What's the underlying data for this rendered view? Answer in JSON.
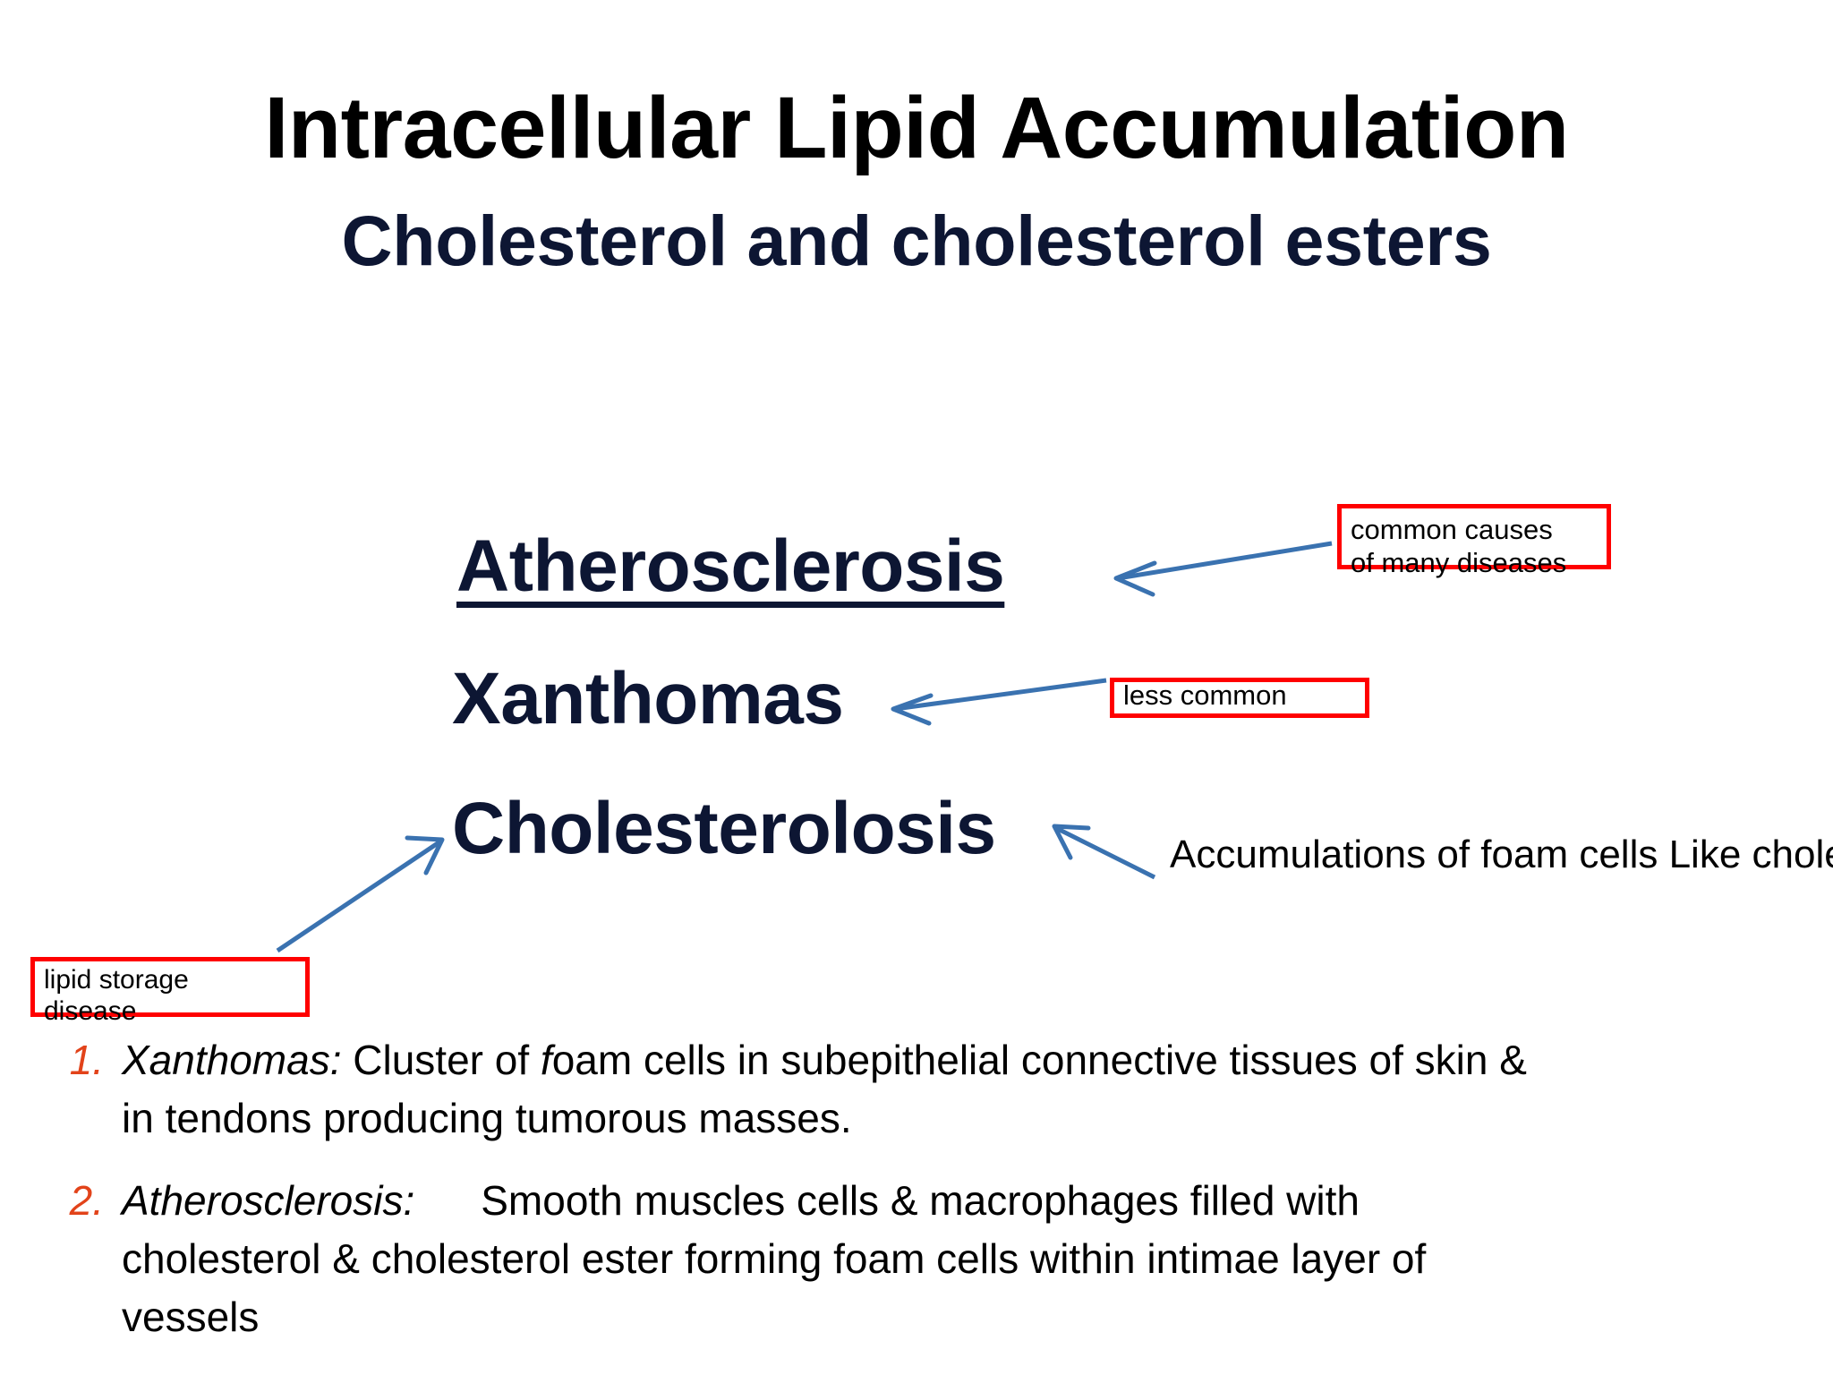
{
  "slide": {
    "background_color": "#ffffff",
    "title": "Intracellular Lipid Accumulation",
    "subtitle": "Cholesterol and cholesterol esters"
  },
  "colors": {
    "title": "#000000",
    "subtitle_navy": "#0d1633",
    "heading_navy": "#0d1633",
    "annotation_box_border": "#ff0000",
    "arrow_blue": "#3a72b0",
    "list_marker_orange": "#e2431a",
    "body_text": "#000000"
  },
  "headings": [
    {
      "id": "atherosclerosis",
      "label": "Atherosclerosis",
      "underlined": true
    },
    {
      "id": "xanthomas",
      "label": "Xanthomas",
      "underlined": false
    },
    {
      "id": "cholesterolosis",
      "label": "Cholesterolosis",
      "underlined": false
    }
  ],
  "annotations": {
    "common_causes": {
      "line1": "common causes",
      "line2": "of many diseases",
      "style": "red-box",
      "points_to": "Atherosclerosis"
    },
    "less_common": {
      "line1": "less common",
      "style": "red-box",
      "points_to": "Xanthomas"
    },
    "lipid_storage": {
      "line1": "lipid storage",
      "line2": "disease",
      "style": "red-box",
      "points_to": "Cholesterolosis"
    },
    "foam_cells": {
      "line1": "Accumulations of foam cells",
      "line2": "Like cholesterol",
      "style": "plain-text",
      "points_to": "Cholesterolosis"
    }
  },
  "numbered_list": [
    {
      "marker": "1.",
      "term": "Xanthomas:",
      "text_a": " Cluster of ",
      "italic_word": "f",
      "text_b": "oam cells in subepithelial connective  tissues of skin &",
      "line2": "in tendons producing tumorous masses."
    },
    {
      "marker": "2.",
      "term": "Atherosclerosis:",
      "text_a": "Smooth muscles cells & macrophages filled  with",
      "line2": "cholesterol & cholesterol ester forming foam cells  within intimae layer of",
      "line3": "vessels"
    }
  ]
}
